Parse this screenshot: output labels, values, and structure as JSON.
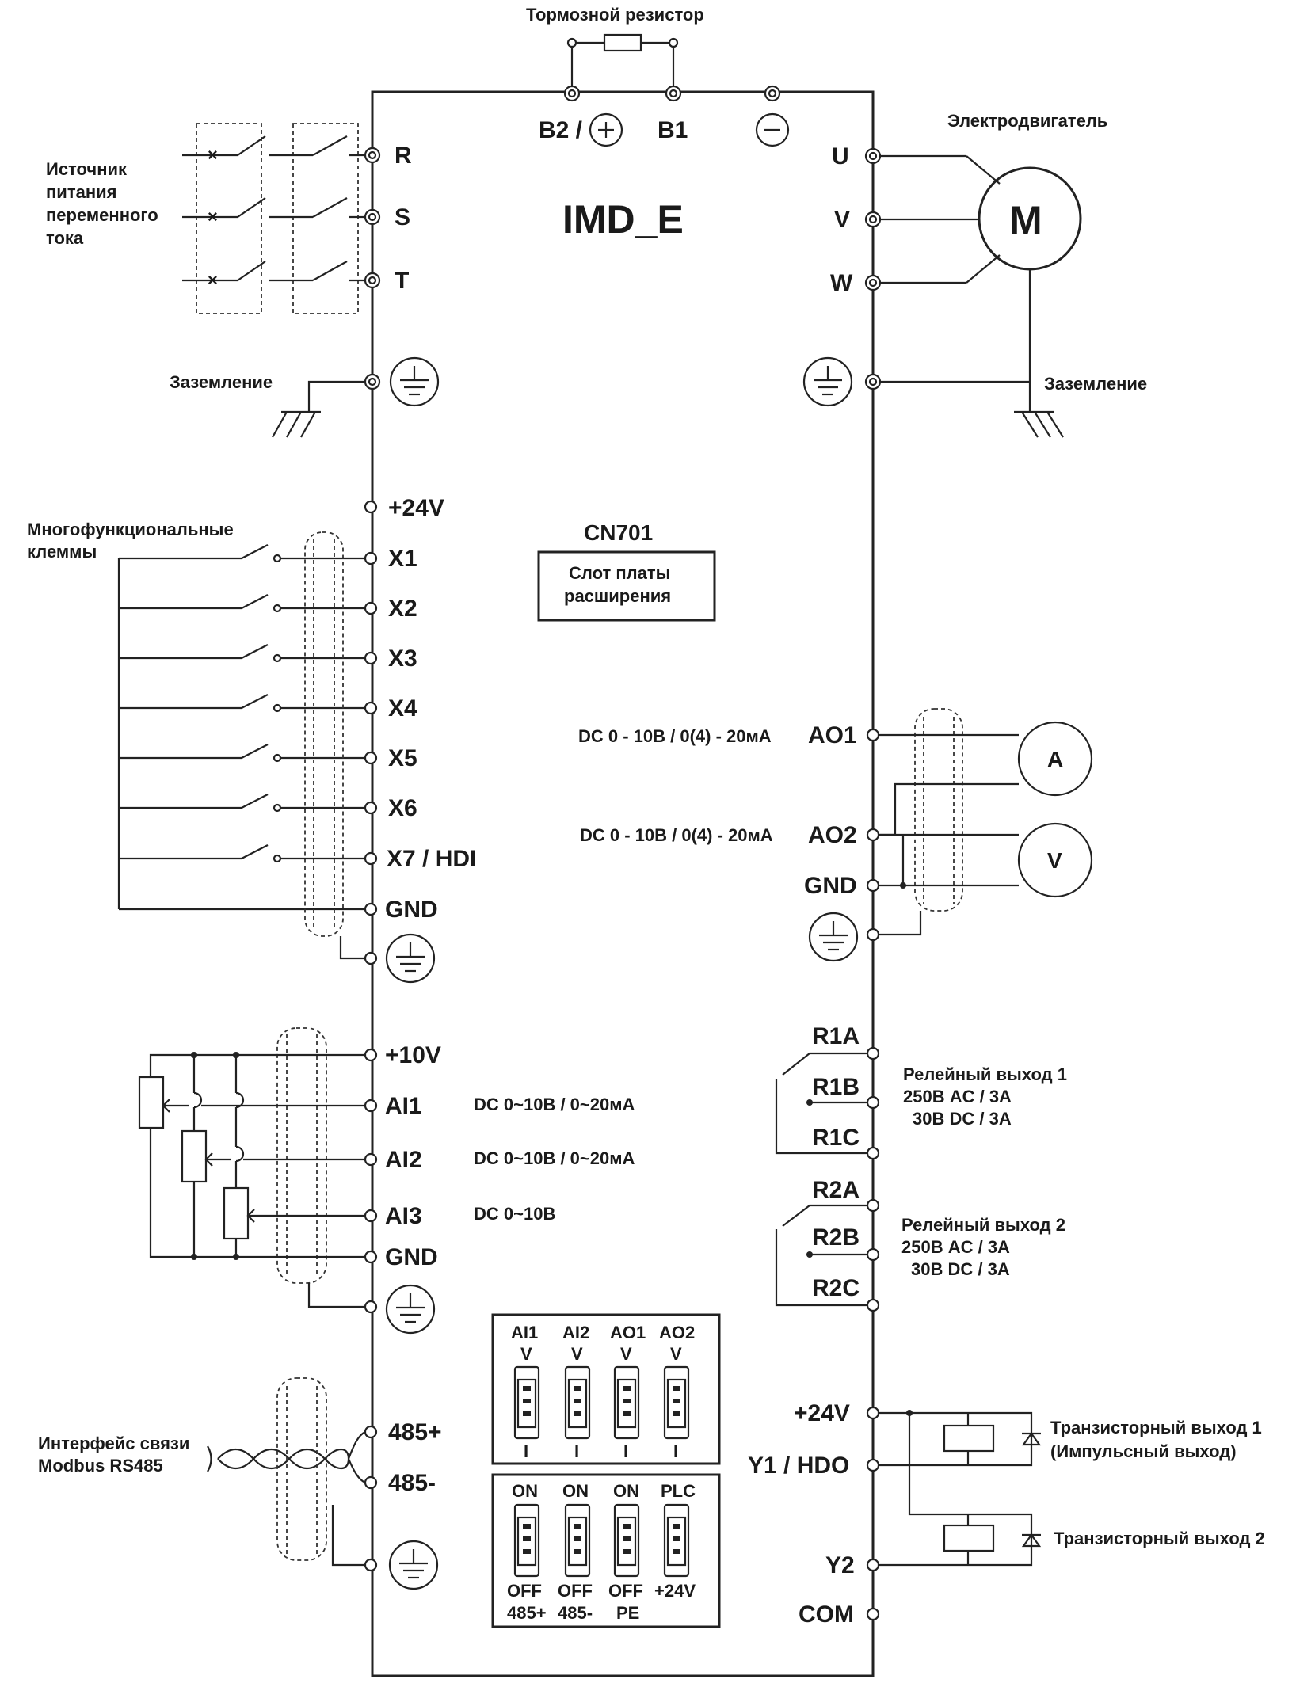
{
  "device": {
    "name": "IMD_E"
  },
  "brake": {
    "title": "Тормозной резистор",
    "b2": "B2 /",
    "b1": "B1"
  },
  "power": {
    "lines": [
      "Источник",
      "питания",
      "переменного",
      "тока"
    ],
    "r": "R",
    "s": "S",
    "t": "T"
  },
  "motor": {
    "title": "Электродвигатель",
    "symbol": "M",
    "u": "U",
    "v": "V",
    "w": "W"
  },
  "ground": {
    "left": "Заземление",
    "right": "Заземление"
  },
  "inputs": {
    "title_lines": [
      "Многофункциональные",
      "клеммы"
    ],
    "plus24": "+24V",
    "terminals": [
      "X1",
      "X2",
      "X3",
      "X4",
      "X5",
      "X6",
      "X7 / HDI"
    ],
    "gnd": "GND"
  },
  "slot": {
    "code": "CN701",
    "lines": [
      "Слот платы",
      "расширения"
    ]
  },
  "analog_out": {
    "ao1": "AO1",
    "ao2": "AO2",
    "gnd": "GND",
    "ao1_desc": "DC 0 - 10В / 0(4) - 20мА",
    "ao2_desc": "DC 0 - 10В / 0(4) - 20мА",
    "meter_a": "A",
    "meter_v": "V"
  },
  "analog_in": {
    "plus10": "+10V",
    "ai1": "AI1",
    "ai2": "AI2",
    "ai3": "AI3",
    "gnd": "GND",
    "ai1_desc": "DC 0~10В / 0~20мА",
    "ai2_desc": "DC 0~10В / 0~20мА",
    "ai3_desc": "DC 0~10В"
  },
  "relay1": {
    "r1a": "R1A",
    "r1b": "R1B",
    "r1c": "R1C",
    "lines": [
      "Релейный выход 1",
      "250В AC / 3A",
      "30В DC / 3A"
    ]
  },
  "relay2": {
    "r2a": "R2A",
    "r2b": "R2B",
    "r2c": "R2C",
    "lines": [
      "Релейный выход 2",
      "250В AC / 3A",
      "30В DC / 3A"
    ]
  },
  "switches_top": {
    "cols": [
      {
        "head1": "AI1",
        "head2": "V",
        "foot": "I"
      },
      {
        "head1": "AI2",
        "head2": "V",
        "foot": "I"
      },
      {
        "head1": "AO1",
        "head2": "V",
        "foot": "I"
      },
      {
        "head1": "AO2",
        "head2": "V",
        "foot": "I"
      }
    ]
  },
  "switches_bottom": {
    "cols": [
      {
        "head": "ON",
        "foot1": "OFF",
        "foot2": "485+"
      },
      {
        "head": "ON",
        "foot1": "OFF",
        "foot2": "485-"
      },
      {
        "head": "ON",
        "foot1": "OFF",
        "foot2": "PE"
      },
      {
        "head": "PLC",
        "foot1": "+24V",
        "foot2": ""
      }
    ]
  },
  "rs485": {
    "lines": [
      "Интерфейс связи",
      "Modbus RS485"
    ],
    "plus": "485+",
    "minus": "485-"
  },
  "transistor": {
    "plus24": "+24V",
    "y1": "Y1 / HDO",
    "y2": "Y2",
    "com": "COM",
    "out1_lines": [
      "Транзисторный выход 1",
      "(Импульсный выход)"
    ],
    "out2": "Транзисторный выход 2"
  }
}
